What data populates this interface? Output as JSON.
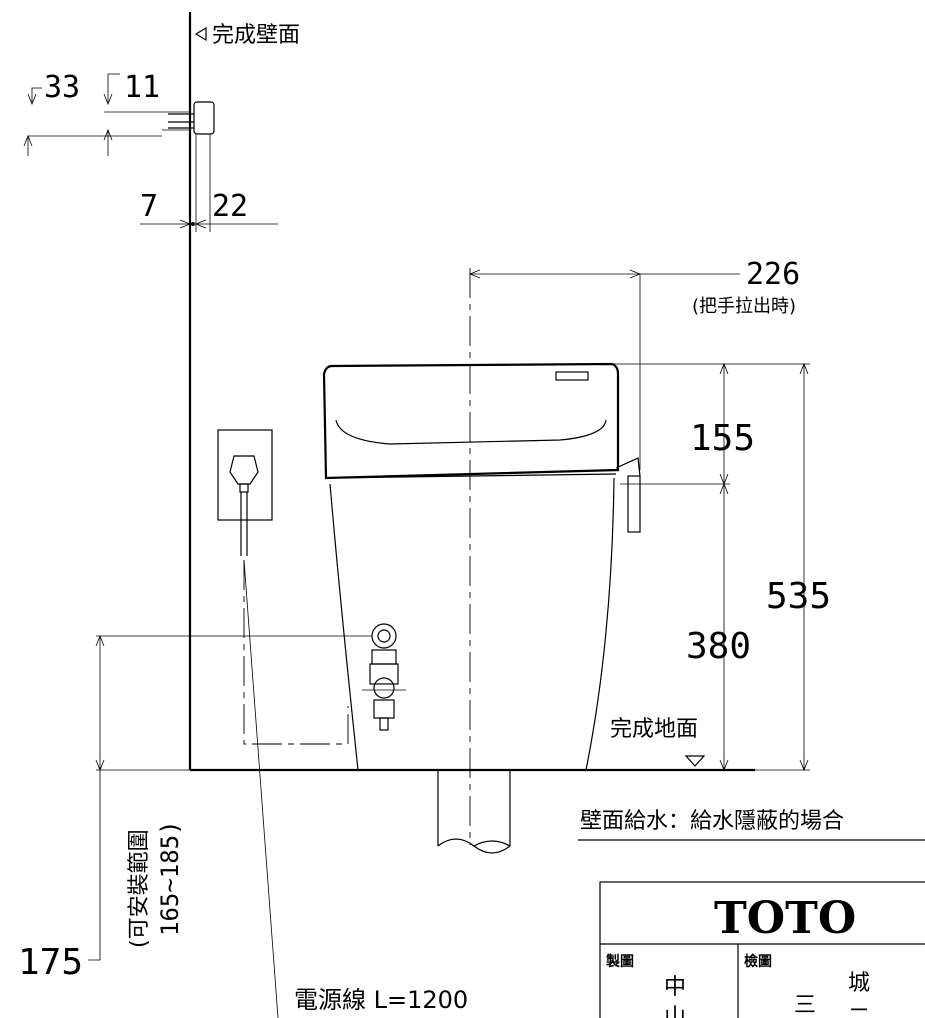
{
  "labels": {
    "finished_wall": "完成壁面",
    "finished_floor": "完成地面",
    "power_cord": "電源線 L=1200",
    "handle_note": "(把手拉出時)",
    "install_range_title": "(可安裝範圍",
    "install_range_values": "165~185)",
    "caption": "壁面給水：給水隱蔽的場合"
  },
  "dimensions": {
    "d33": "33",
    "d11": "11",
    "d7": "7",
    "d22": "22",
    "d226": "226",
    "d155": "155",
    "d380": "380",
    "d535": "535",
    "d175": "175"
  },
  "title_block": {
    "brand": "TOTO",
    "drawn_label": "製圖",
    "drawn_name": "中",
    "drawn_name2": "山",
    "checked_label": "檢圖",
    "checked_name": "三",
    "checked_name2": "城",
    "checked_name3": "二"
  }
}
